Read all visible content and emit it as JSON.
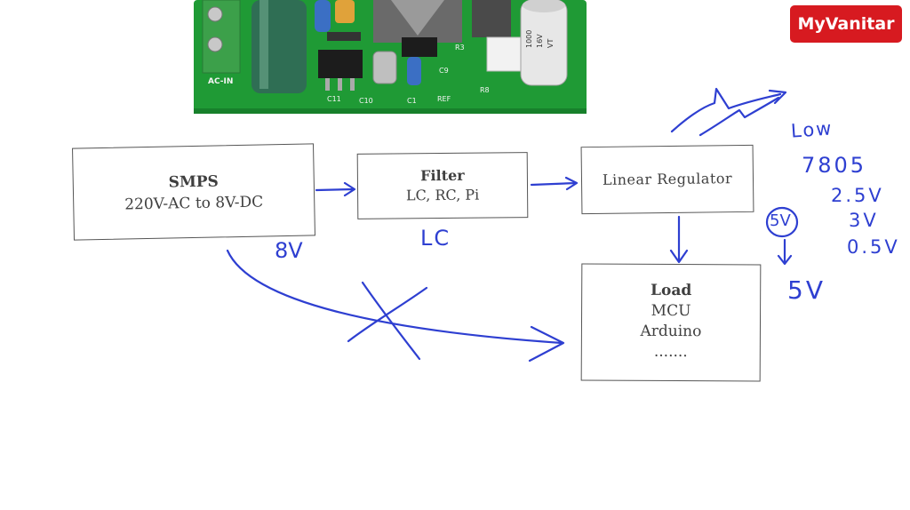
{
  "logo": {
    "text": "MyVanitar",
    "color": "#d71a20"
  },
  "pcb_labels": {
    "ac_in": "AC-IN",
    "c11": "C11",
    "c10": "C10",
    "c1": "C1",
    "c9": "C9",
    "ref": "REF",
    "r8": "R8",
    "r3": "R3",
    "cap_value": "1000",
    "cap_voltage": "16V",
    "cap_series": "VT"
  },
  "blocks": {
    "smps": {
      "title": "SMPS",
      "subtitle": "220V-AC to 8V-DC"
    },
    "filter": {
      "title": "Filter",
      "subtitle": "LC, RC, Pi"
    },
    "regulator": {
      "title": "Linear Regulator"
    },
    "load": {
      "title": "Load",
      "lines": [
        "MCU",
        "Arduino",
        "......."
      ]
    }
  },
  "annotations": {
    "ink_color": "#2e3fd1",
    "smps_out": "8V",
    "filter_type": "LC",
    "low": "Low",
    "part": "7805",
    "v1": "2.5V",
    "v2": "3V",
    "v3": "0.5V",
    "circled": "5V",
    "load_in": "5V"
  }
}
